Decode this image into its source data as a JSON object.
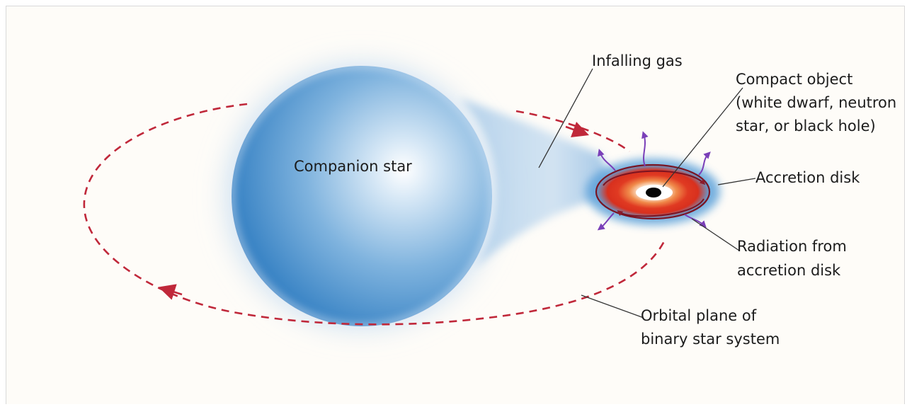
{
  "labels": {
    "companion_star": "Companion star",
    "infalling_gas": "Infalling gas",
    "compact_object": [
      "Compact object",
      "(white dwarf, neutron",
      "star, or black hole)"
    ],
    "accretion_disk": "Accretion disk",
    "radiation": [
      "Radiation from",
      "accretion disk"
    ],
    "orbital_plane": [
      "Orbital plane of",
      "binary star system"
    ]
  },
  "colors": {
    "star_blue": "#3d86c6",
    "orbit_dashes": "#c0283a",
    "disk_red": "#e03a22",
    "radiation_arrows": "#7a3fb8",
    "background": "#fefcf8"
  }
}
